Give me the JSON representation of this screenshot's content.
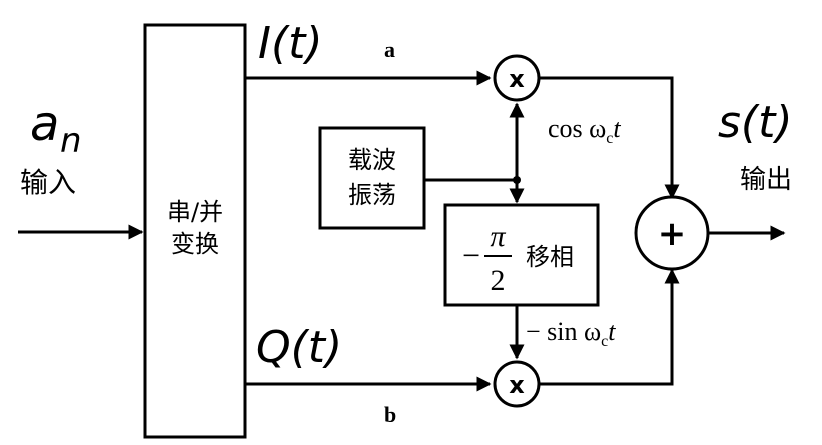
{
  "input": {
    "symbol": "a",
    "subscript": "n",
    "label": "输入"
  },
  "serial_parallel": {
    "line1": "串/并",
    "line2": "变换"
  },
  "oscillator": {
    "line1": "载波",
    "line2": "振荡"
  },
  "phase_shift": {
    "sign": "−",
    "numerator": "π",
    "denominator": "2",
    "label": "移相"
  },
  "branch_I": {
    "signal": "I(t)",
    "tag": "a",
    "carrier": "cos ω",
    "carrier_sub": "c",
    "carrier_t": "t"
  },
  "branch_Q": {
    "signal": "Q(t)",
    "tag": "b",
    "carrier": "− sin ω",
    "carrier_sub": "c",
    "carrier_t": "t"
  },
  "multiplier_symbol": "x",
  "adder_symbol": "+",
  "output": {
    "signal": "s(t)",
    "label": "输出"
  }
}
